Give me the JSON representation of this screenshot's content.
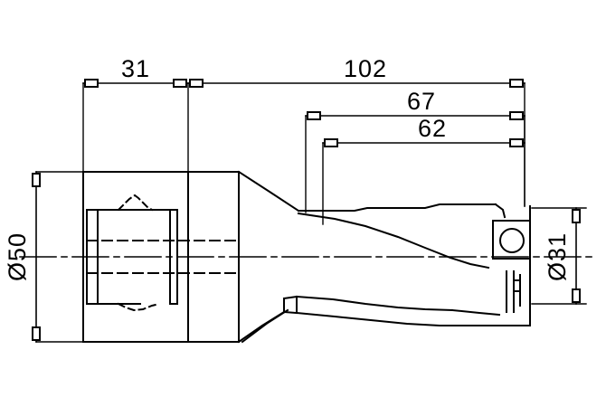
{
  "drawing": {
    "title": "Indexable Insert Drill - Engineering Drawing",
    "background_color": "#ffffff",
    "line_color": "#000000",
    "view": "side-elevation-section",
    "dimensions": {
      "shank_length": "31",
      "overall_projection": "102",
      "body_length_67": "67",
      "body_length_62": "62",
      "shank_diameter": "Ø50",
      "cutting_diameter": "Ø31"
    },
    "labels": {
      "dim_31": "31",
      "dim_102": "102",
      "dim_67": "67",
      "dim_62": "62",
      "dim_d50": "Ø50",
      "dim_d31": "Ø31"
    },
    "features": [
      "cylindrical-shank",
      "shank-retention-groove",
      "tapered-transition",
      "helical-flute-upper",
      "helical-flute-lower",
      "square-insert-pocket",
      "insert-clamp-screw-hole",
      "coolant-hole-centerline",
      "drill-tip"
    ]
  }
}
